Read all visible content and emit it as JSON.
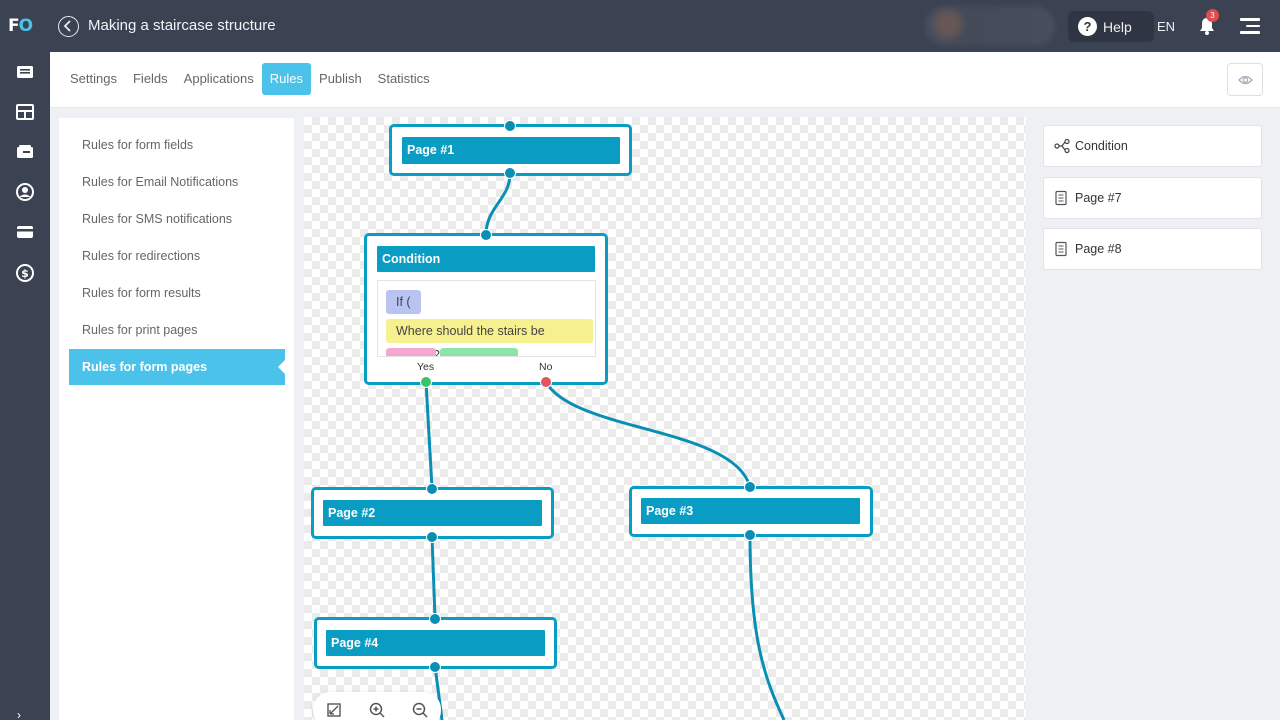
{
  "app": {
    "logo_text_1": "F",
    "logo_text_2": "O",
    "title": "Making a staircase structure"
  },
  "topbar": {
    "help_label": "Help",
    "language": "EN",
    "notifications_count": "3"
  },
  "tabs": [
    {
      "label": "Settings"
    },
    {
      "label": "Fields"
    },
    {
      "label": "Applications"
    },
    {
      "label": "Rules",
      "active": true
    },
    {
      "label": "Publish"
    },
    {
      "label": "Statistics"
    }
  ],
  "rules_menu": [
    {
      "label": "Rules for form fields"
    },
    {
      "label": "Rules for Email Notifications"
    },
    {
      "label": "Rules for SMS notifications"
    },
    {
      "label": "Rules for redirections"
    },
    {
      "label": "Rules for form results"
    },
    {
      "label": "Rules for print pages"
    },
    {
      "label": "Rules for form pages",
      "active": true
    }
  ],
  "canvas": {
    "nodes": {
      "page1": "Page #1",
      "condition": "Condition",
      "page2": "Page #2",
      "page3": "Page #3",
      "page4": "Page #4"
    },
    "condition_body": {
      "if_label": "If (",
      "question": "Where should the stairs be placed?"
    },
    "ports": {
      "yes": "Yes",
      "no": "No"
    }
  },
  "palette": [
    {
      "label": "Condition",
      "icon": "condition-icon"
    },
    {
      "label": "Page #7",
      "icon": "page-icon"
    },
    {
      "label": "Page #8",
      "icon": "page-icon"
    }
  ],
  "colors": {
    "sidebar_bg": "#3b4252",
    "accent": "#4bc2ea",
    "node_color": "#0a9dc4",
    "yes_port": "#3cc36a",
    "no_port": "#e0555a",
    "chip_if": "#b9c4f3",
    "chip_question": "#f7f08f"
  }
}
